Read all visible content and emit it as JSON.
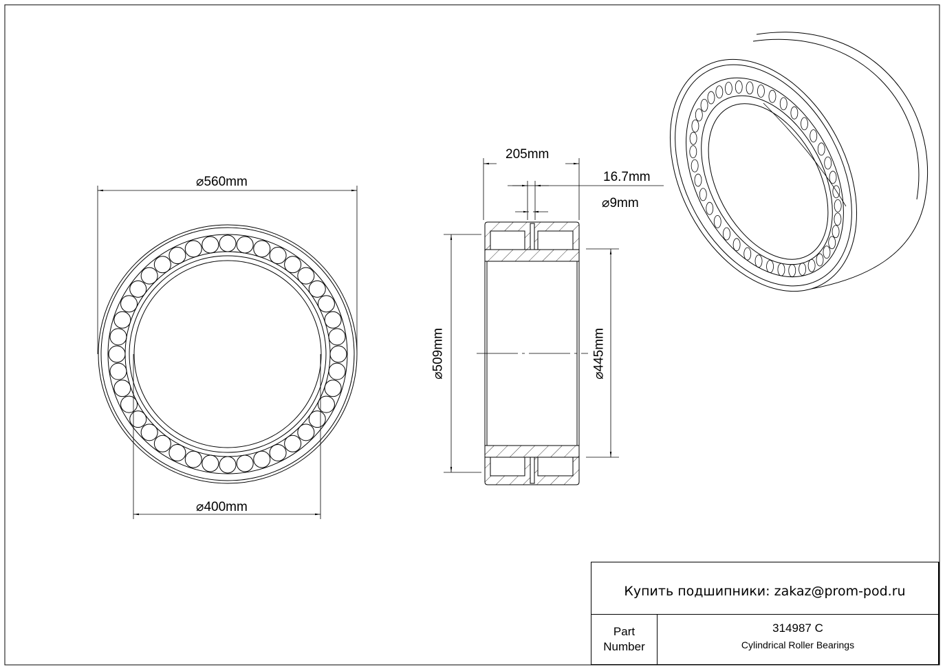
{
  "dimensions": {
    "outer_diameter": "560mm",
    "inner_diameter": "400mm",
    "width": "205mm",
    "groove_width": "16.7mm",
    "hole_diameter": "9mm",
    "outer_ring_inner_diameter": "509mm",
    "inner_ring_outer_diameter": "445mm",
    "diameter_symbol": "⌀"
  },
  "title_block": {
    "buy_text": "Купить подшипники: zakaz@prom-pod.ru",
    "part_label_1": "Part",
    "part_label_2": "Number",
    "part_number": "314987 C",
    "part_description": "Cylindrical Roller Bearings"
  }
}
